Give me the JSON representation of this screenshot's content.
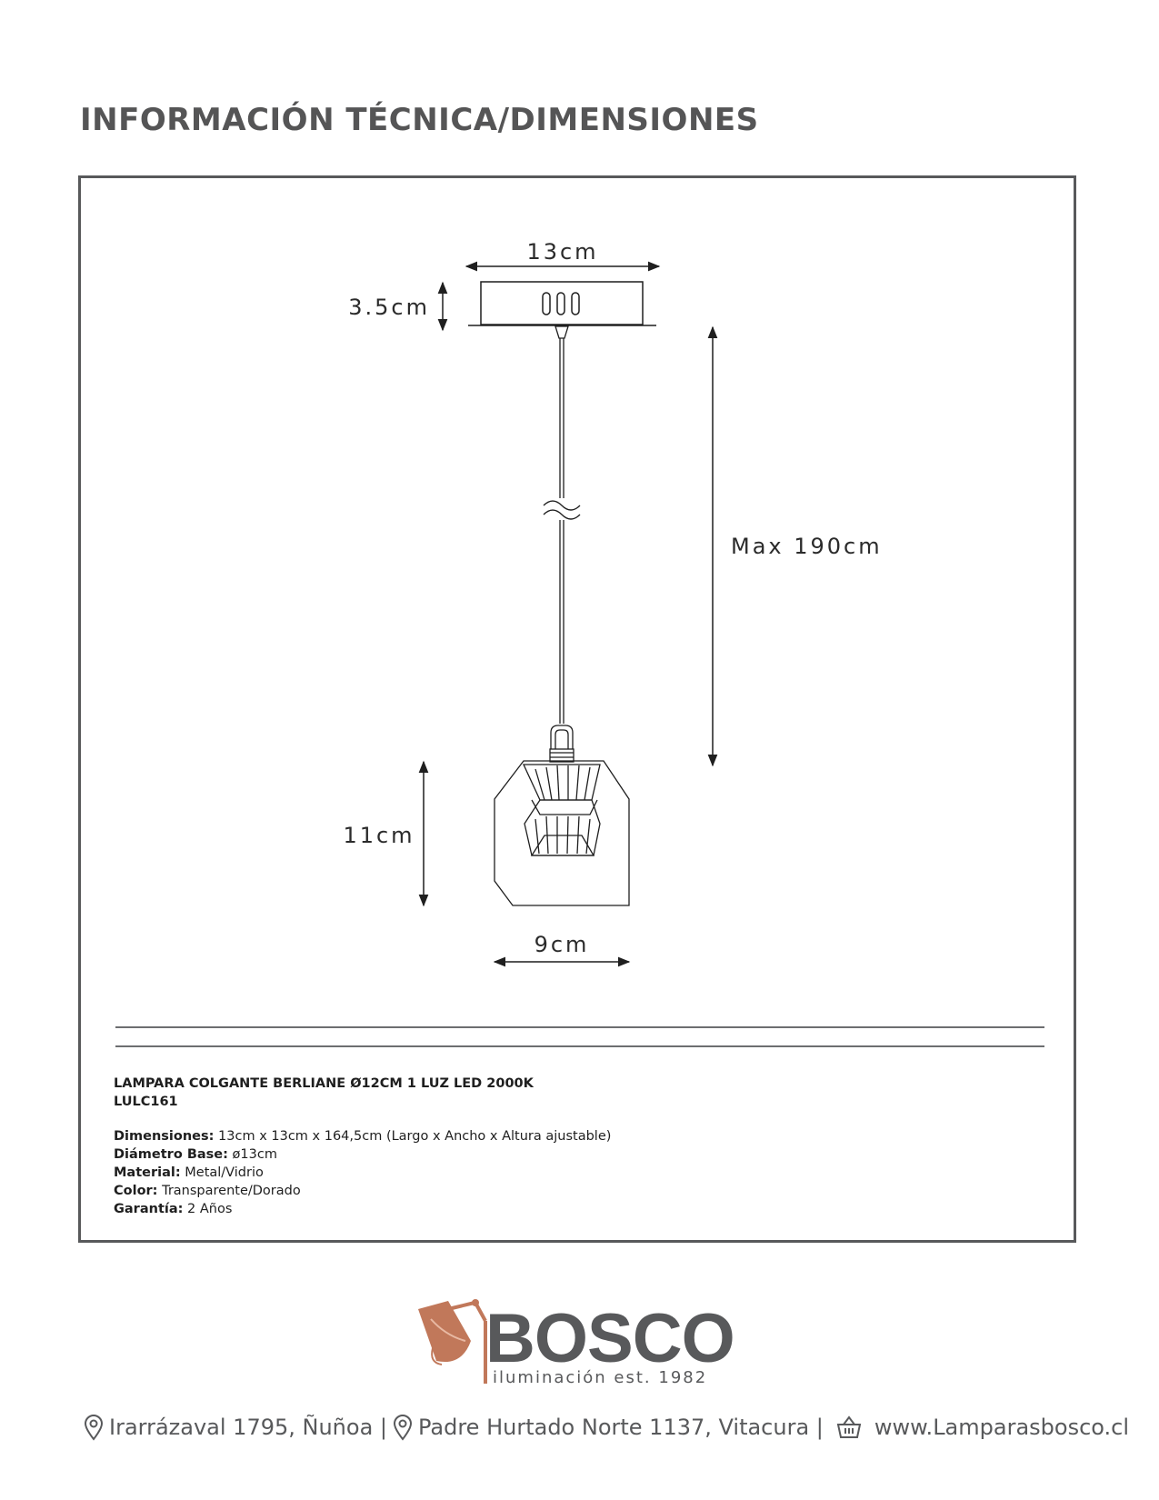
{
  "page": {
    "title": "INFORMACIÓN TÉCNICA/DIMENSIONES"
  },
  "dimensions": {
    "canopy_width": "13cm",
    "canopy_height": "3.5cm",
    "max_length": "Max 190cm",
    "shade_height": "11cm",
    "shade_width": "9cm"
  },
  "product": {
    "name": "LAMPARA COLGANTE BERLIANE Ø12CM 1 LUZ LED 2000K",
    "code": "LULC161",
    "specs": [
      {
        "label": "Dimensiones:",
        "value": " 13cm x 13cm x 164,5cm (Largo x Ancho x Altura ajustable)"
      },
      {
        "label": "Diámetro Base:",
        "value": " ø13cm"
      },
      {
        "label": "Material:",
        "value": " Metal/Vidrio"
      },
      {
        "label": "Color:",
        "value": " Transparente/Dorado"
      },
      {
        "label": "Garantía:",
        "value": " 2 Años"
      }
    ]
  },
  "brand": {
    "name": "BOSCO",
    "tagline": "iluminación est. 1982",
    "accent_color": "#c1785a",
    "text_color": "#58595b"
  },
  "footer": {
    "address1": "Irarrázaval 1795, Ñuñoa |",
    "address2": "Padre Hurtado Norte 1137, Vitacura |",
    "website": "www.Lamparasbosco.cl",
    "icons": [
      "location-pin-icon",
      "location-pin-icon",
      "shopping-basket-icon"
    ]
  }
}
